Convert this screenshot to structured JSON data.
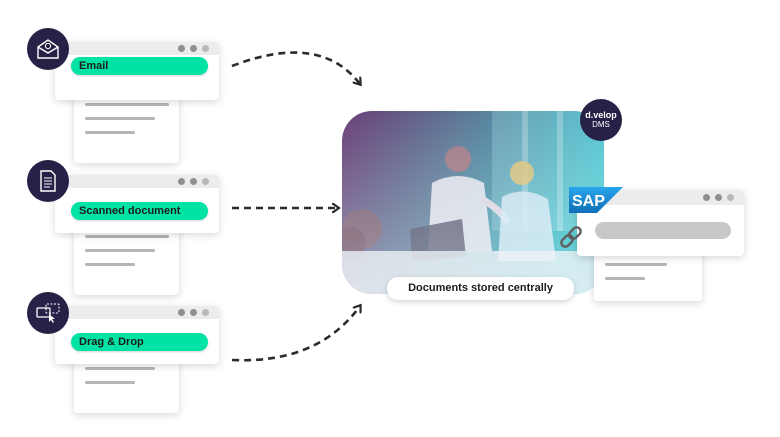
{
  "sources": [
    {
      "label": "Email",
      "icon": "envelope-icon"
    },
    {
      "label": "Scanned document",
      "icon": "document-icon"
    },
    {
      "label": "Drag & Drop",
      "icon": "drag-drop-icon"
    }
  ],
  "central": {
    "caption": "Documents stored centrally",
    "badge_line1": "d.velop",
    "badge_line2": "DMS"
  },
  "sap": {
    "logo_text": "SAP",
    "link_icon": "chain-link-icon"
  },
  "colors": {
    "accent": "#00e3a4",
    "dark": "#272047",
    "brand_sap": "#1a8ad4"
  }
}
